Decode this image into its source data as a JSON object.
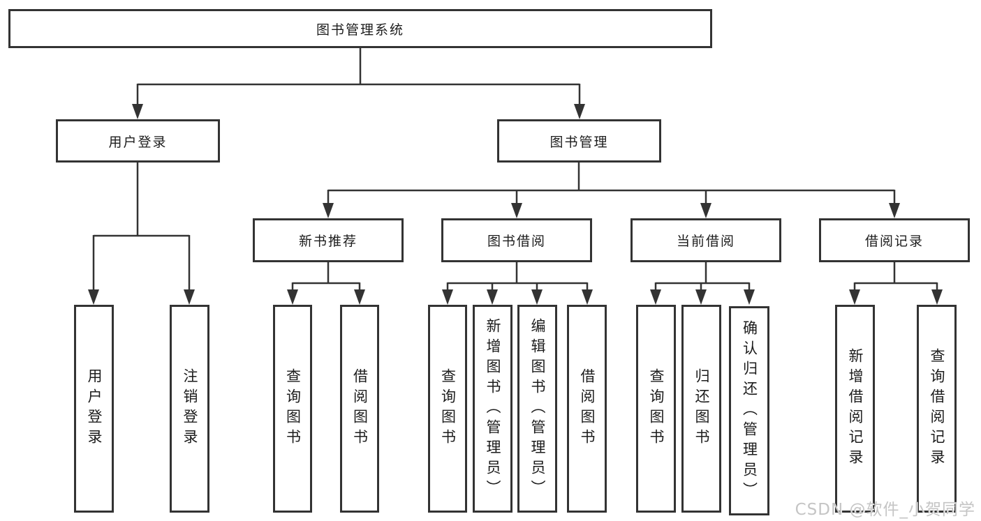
{
  "diagram": {
    "root": "图书管理系统",
    "branches": {
      "user_login": {
        "label": "用户登录",
        "children": [
          "用户登录",
          "注销登录"
        ]
      },
      "book_management": {
        "label": "图书管理",
        "groups": {
          "new_book_recommend": {
            "label": "新书推荐",
            "children": [
              "查询图书",
              "借阅图书"
            ]
          },
          "book_borrowing": {
            "label": "图书借阅",
            "children": [
              "查询图书",
              "新增图书（管理员）",
              "编辑图书（管理员）",
              "借阅图书"
            ]
          },
          "current_borrowing": {
            "label": "当前借阅",
            "children": [
              "查询图书",
              "归还图书",
              "确认归还（管理员）"
            ]
          },
          "borrowing_records": {
            "label": "借阅记录",
            "children": [
              "新增借阅记录",
              "查询借阅记录"
            ]
          }
        }
      }
    }
  },
  "colors": {
    "line": "#333333",
    "box_border": "#333333",
    "box_background": "#ffffff",
    "text": "#1c1c1c",
    "watermark": "#c5c5c5"
  },
  "watermark": "CSDN @软件_小贺同学"
}
